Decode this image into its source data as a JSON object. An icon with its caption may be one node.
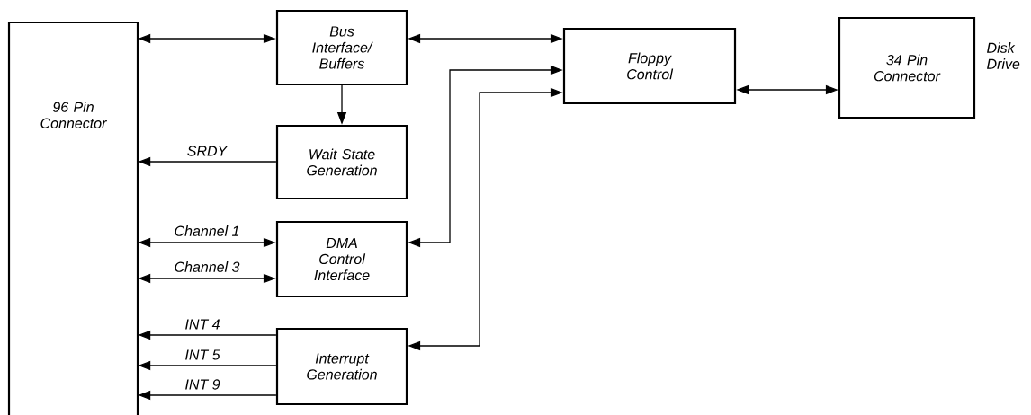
{
  "diagram": {
    "nodes": [
      {
        "text": [
          "96 Pin Connector"
        ]
      },
      {
        "text": [
          "Bus Interface/ Buffers"
        ]
      },
      {
        "text": [
          "Wait State Generation"
        ]
      },
      {
        "text": [
          "DMA Control Interface"
        ]
      },
      {
        "text": [
          "Interrupt Generation"
        ]
      },
      {
        "text": [
          "Floppy Control"
        ]
      },
      {
        "text": [
          "34 Pin Connector"
        ],
        "beside": [
          "Disk Drive"
        ]
      }
    ],
    "edges": [
      {
        "from": 0,
        "to": 1,
        "arrow": "both"
      },
      {
        "from": 1,
        "to": 5,
        "arrow": "both"
      },
      {
        "from": 1,
        "to": 2,
        "arrow": "to"
      },
      {
        "from": 2,
        "to": 0,
        "arrow": "to",
        "label": "SRDY"
      },
      {
        "from": 0,
        "to": 3,
        "arrow": "both",
        "label": "Channel 1"
      },
      {
        "from": 0,
        "to": 3,
        "arrow": "both",
        "label": "Channel 3"
      },
      {
        "from": 4,
        "to": 0,
        "arrow": "to",
        "label": "INT 4"
      },
      {
        "from": 4,
        "to": 0,
        "arrow": "to",
        "label": "INT 5"
      },
      {
        "from": 4,
        "to": 0,
        "arrow": "to",
        "label": "INT 9"
      },
      {
        "from": 5,
        "to": 6,
        "arrow": "both"
      },
      {
        "from": 3,
        "to": 5,
        "arrow": "both"
      },
      {
        "from": 4,
        "to": 5,
        "arrow": "both"
      }
    ]
  }
}
